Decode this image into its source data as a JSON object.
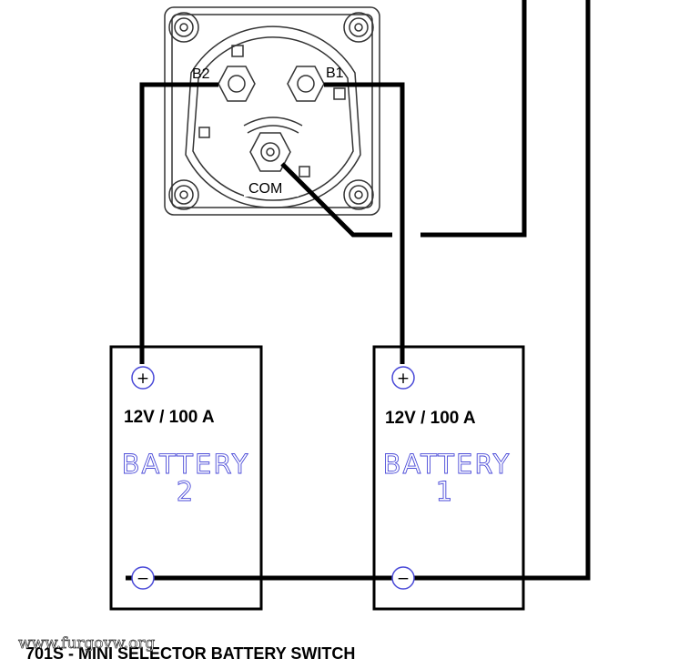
{
  "switch": {
    "terminal_b2": "B2",
    "terminal_b1": "B1",
    "terminal_com": "COM"
  },
  "battery_2": {
    "rating": "12V / 100 A",
    "label_word": "BATTERY",
    "label_number": "2",
    "positive_symbol": "+",
    "negative_symbol": "−"
  },
  "battery_1": {
    "rating": "12V / 100 A",
    "label_word": "BATTERY",
    "label_number": "1",
    "positive_symbol": "+",
    "negative_symbol": "−"
  },
  "footer": {
    "title": "701S - MINI SELECTOR BATTERY SWITCH"
  },
  "watermark": "www.furgovw.org",
  "colors": {
    "wire": "#000000",
    "outline": "#222222",
    "battery_text": "#4a4ad8"
  }
}
